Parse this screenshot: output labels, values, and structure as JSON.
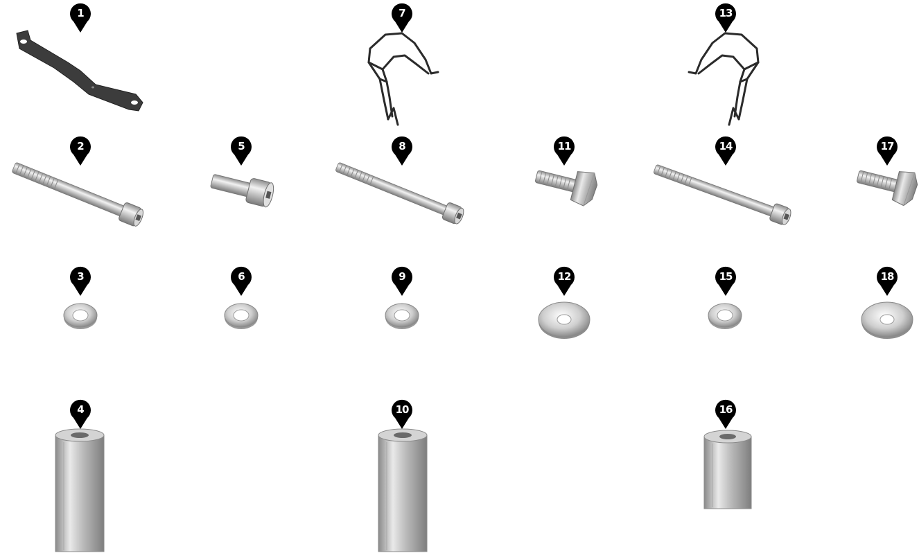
{
  "parts": [
    {
      "number": "1",
      "kind": "bracket"
    },
    {
      "number": "2",
      "kind": "long-bolt"
    },
    {
      "number": "3",
      "kind": "washer"
    },
    {
      "number": "4",
      "kind": "spacer"
    },
    {
      "number": "5",
      "kind": "short-bolt"
    },
    {
      "number": "6",
      "kind": "washer"
    },
    {
      "number": "7",
      "kind": "wire-frame"
    },
    {
      "number": "8",
      "kind": "long-bolt"
    },
    {
      "number": "9",
      "kind": "washer"
    },
    {
      "number": "10",
      "kind": "spacer"
    },
    {
      "number": "11",
      "kind": "hex-bolt"
    },
    {
      "number": "12",
      "kind": "large-washer"
    },
    {
      "number": "13",
      "kind": "wire-frame"
    },
    {
      "number": "14",
      "kind": "long-bolt"
    },
    {
      "number": "15",
      "kind": "washer"
    },
    {
      "number": "16",
      "kind": "spacer"
    },
    {
      "number": "17",
      "kind": "hex-bolt"
    },
    {
      "number": "18",
      "kind": "large-washer"
    }
  ],
  "colors": {
    "marker": "#000000",
    "metal": "#c9c9c9",
    "bracket": "#3a3a3a"
  }
}
